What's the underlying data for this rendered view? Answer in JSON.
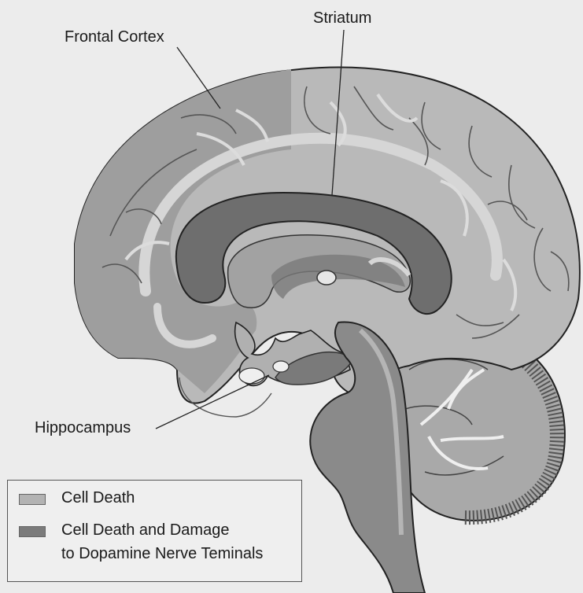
{
  "labels": {
    "frontal_cortex": "Frontal Cortex",
    "striatum": "Striatum",
    "hippocampus": "Hippocampus"
  },
  "legend": [
    {
      "text": "Cell Death",
      "color": "#b3b3b3"
    },
    {
      "text": "Cell Death and Damage",
      "text2": "to Dopamine Nerve Teminals",
      "color": "#7b7b7b"
    }
  ],
  "colors": {
    "background": "#ececec",
    "brain_light": "#b9b9b9",
    "brain_white_matter": "#d4d4d4",
    "cell_death": "#9e9e9e",
    "striatum_dark": "#6e6e6e",
    "brainstem": "#8a8a8a"
  }
}
